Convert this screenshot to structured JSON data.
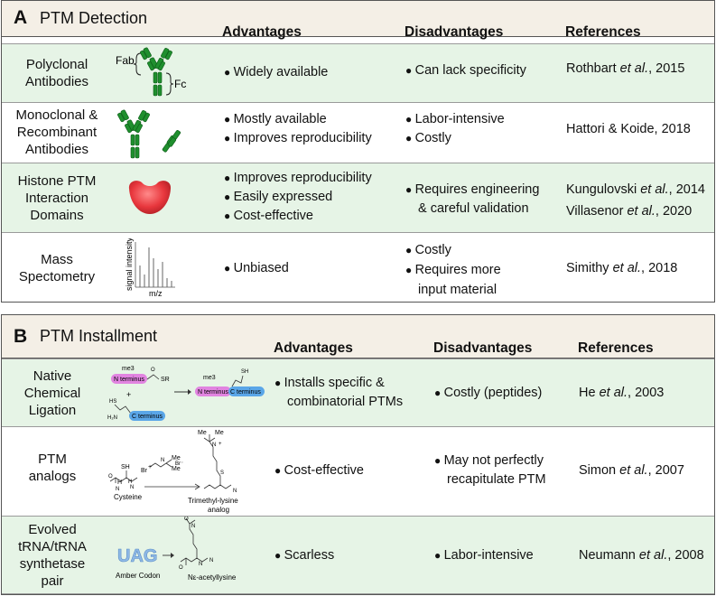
{
  "panel_a": {
    "letter": "A",
    "title": "PTM Detection",
    "headers": {
      "advantages": "Advantages",
      "disadvantages": "Disadvantages",
      "references": "References"
    },
    "rows": [
      {
        "method_l1": "Polyclonal",
        "method_l2": "Antibodies",
        "method_l3": "",
        "fab_label": "Fab",
        "fc_label": "Fc",
        "advantages": [
          "Widely available"
        ],
        "disadvantages": [
          "Can lack specificity"
        ],
        "refs": [
          {
            "author": "Rothbart ",
            "etal": "et al.",
            "year": ", 2015"
          }
        ]
      },
      {
        "method_l1": "Monoclonal &",
        "method_l2": "Recombinant",
        "method_l3": "Antibodies",
        "advantages": [
          "Mostly available",
          "Improves reproducibility"
        ],
        "disadvantages": [
          "Labor-intensive",
          "Costly"
        ],
        "refs": [
          {
            "author": "Hattori & Koide, 2018",
            "etal": "",
            "year": ""
          }
        ]
      },
      {
        "method_l1": "Histone PTM",
        "method_l2": "Interaction",
        "method_l3": "Domains",
        "advantages": [
          "Improves reproducibility",
          "Easily expressed",
          "Cost-effective"
        ],
        "disadvantages": [
          "Requires engineering",
          "& careful validation"
        ],
        "refs": [
          {
            "author": "Kungulovski ",
            "etal": "et al.",
            "year": ", 2014"
          },
          {
            "author": "Villasenor ",
            "etal": "et al.",
            "year": ", 2020"
          }
        ]
      },
      {
        "method_l1": "Mass",
        "method_l2": "Spectometry",
        "method_l3": "",
        "ms_ylabel": "signal intensity",
        "ms_xlabel": "m/z",
        "advantages": [
          "Unbiased"
        ],
        "disadvantages": [
          "Costly",
          "Requires more",
          "input material"
        ],
        "refs": [
          {
            "author": "Simithy ",
            "etal": "et al.",
            "year": ", 2018"
          }
        ]
      }
    ]
  },
  "panel_b": {
    "letter": "B",
    "title": "PTM Installment",
    "headers": {
      "advantages": "Advantages",
      "disadvantages": "Disadvantages",
      "references": "References"
    },
    "rows": [
      {
        "method_l1": "Native",
        "method_l2": "Chemical",
        "method_l3": "Ligation",
        "ncl_labels": {
          "me3": "me3",
          "n_terminus": "N terminus",
          "c_terminus": "C terminus",
          "sr": "SR",
          "o": "O",
          "hs": "HS",
          "h2n": "H₂N",
          "sh": "SH",
          "plus": "+"
        },
        "advantages": [
          "Installs specific &",
          "combinatorial PTMs"
        ],
        "disadvantages": [
          "Costly (peptides)"
        ],
        "refs": [
          {
            "author": "He ",
            "etal": "et al.",
            "year": ", 2003"
          }
        ]
      },
      {
        "method_l1": "PTM",
        "method_l2": "analogs",
        "method_l3": "",
        "analog_labels": {
          "cysteine": "Cysteine",
          "product_l1": "Trimethyl-lysine",
          "product_l2": "analog",
          "br": "Br",
          "me": "Me",
          "plus": "+",
          "br_minus": "Br⁻"
        },
        "advantages": [
          "Cost-effective"
        ],
        "disadvantages": [
          "May not perfectly",
          "recapitulate PTM"
        ],
        "refs": [
          {
            "author": "Simon ",
            "etal": "et al.",
            "year": ", 2007"
          }
        ]
      },
      {
        "method_l1": "Evolved",
        "method_l2": "tRNA/tRNA",
        "method_l3": "synthetase",
        "method_l4": "pair",
        "codon_labels": {
          "uag": "UAG",
          "amber": "Amber Codon",
          "product": "Nε-acetyllysine"
        },
        "advantages": [
          "Scarless"
        ],
        "disadvantages": [
          "Labor-intensive"
        ],
        "refs": [
          {
            "author": "Neumann ",
            "etal": "et al.",
            "year": ", 2008"
          }
        ]
      }
    ]
  },
  "colors": {
    "header_bg": "#f4efe6",
    "row_green": "#e6f4e6",
    "antibody_green": "#1f8f2e",
    "domain_red": "#e8373d",
    "ncl_pink": "#e184e0",
    "ncl_blue": "#5aa6e8",
    "uag_blue": "#8fb9e6"
  }
}
